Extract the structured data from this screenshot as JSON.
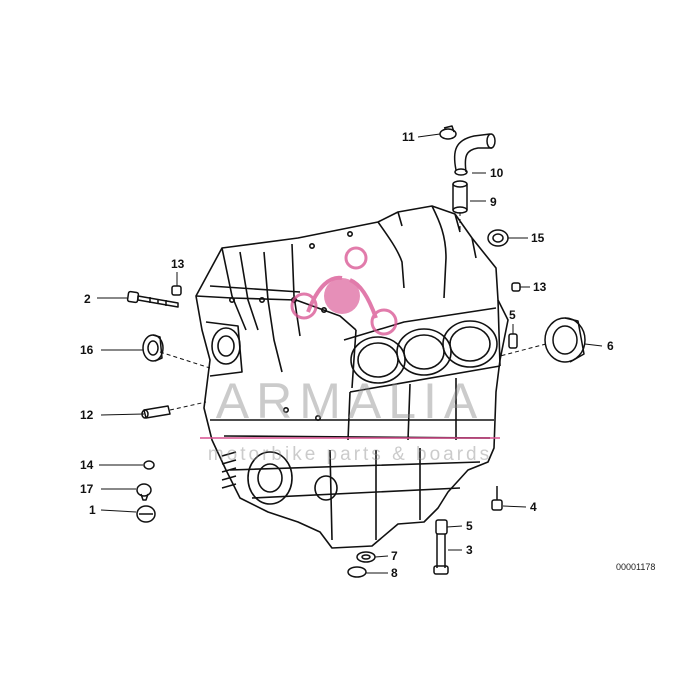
{
  "diagram": {
    "callouts": [
      {
        "id": "c1",
        "label": "1"
      },
      {
        "id": "c2",
        "label": "2"
      },
      {
        "id": "c3",
        "label": "3"
      },
      {
        "id": "c4",
        "label": "4"
      },
      {
        "id": "c5a",
        "label": "5"
      },
      {
        "id": "c5b",
        "label": "5"
      },
      {
        "id": "c6",
        "label": "6"
      },
      {
        "id": "c7",
        "label": "7"
      },
      {
        "id": "c8",
        "label": "8"
      },
      {
        "id": "c9",
        "label": "9"
      },
      {
        "id": "c10",
        "label": "10"
      },
      {
        "id": "c11",
        "label": "11"
      },
      {
        "id": "c12",
        "label": "12"
      },
      {
        "id": "c13a",
        "label": "13"
      },
      {
        "id": "c13b",
        "label": "13"
      },
      {
        "id": "c14",
        "label": "14"
      },
      {
        "id": "c15",
        "label": "15"
      },
      {
        "id": "c16",
        "label": "16"
      },
      {
        "id": "c17",
        "label": "17"
      }
    ],
    "reference_number": "00001178"
  },
  "watermark": {
    "word": "ARMALIA",
    "subtitle": "motorbike parts & boards",
    "accent_color": "#d8508f"
  }
}
